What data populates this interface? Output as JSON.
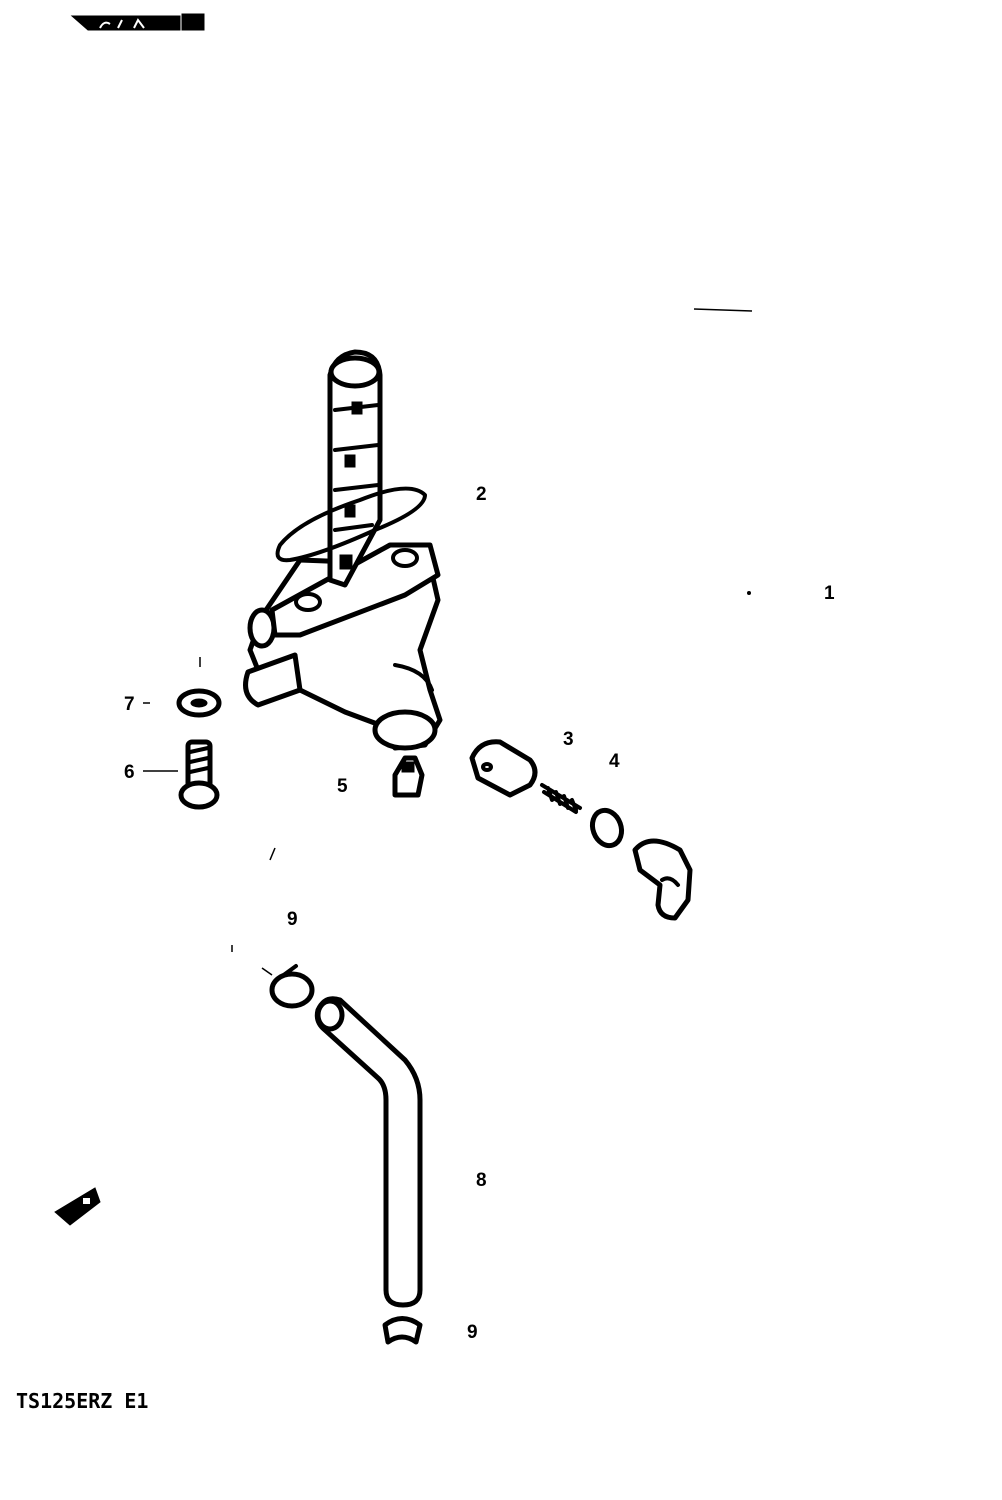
{
  "header": {
    "tab_mark": ""
  },
  "diagram": {
    "model_code": "TS125ERZ E1",
    "callouts": {
      "c1": "1",
      "c2": "2",
      "c3": "3",
      "c4": "4",
      "c5": "5",
      "c6": "6",
      "c7": "7",
      "c8": "8",
      "c9_top": "9",
      "c9_bottom": "9"
    },
    "icons": {
      "front_indicator": "front-arrow-icon"
    },
    "colors": {
      "ink": "#000000",
      "paper": "#ffffff"
    }
  }
}
